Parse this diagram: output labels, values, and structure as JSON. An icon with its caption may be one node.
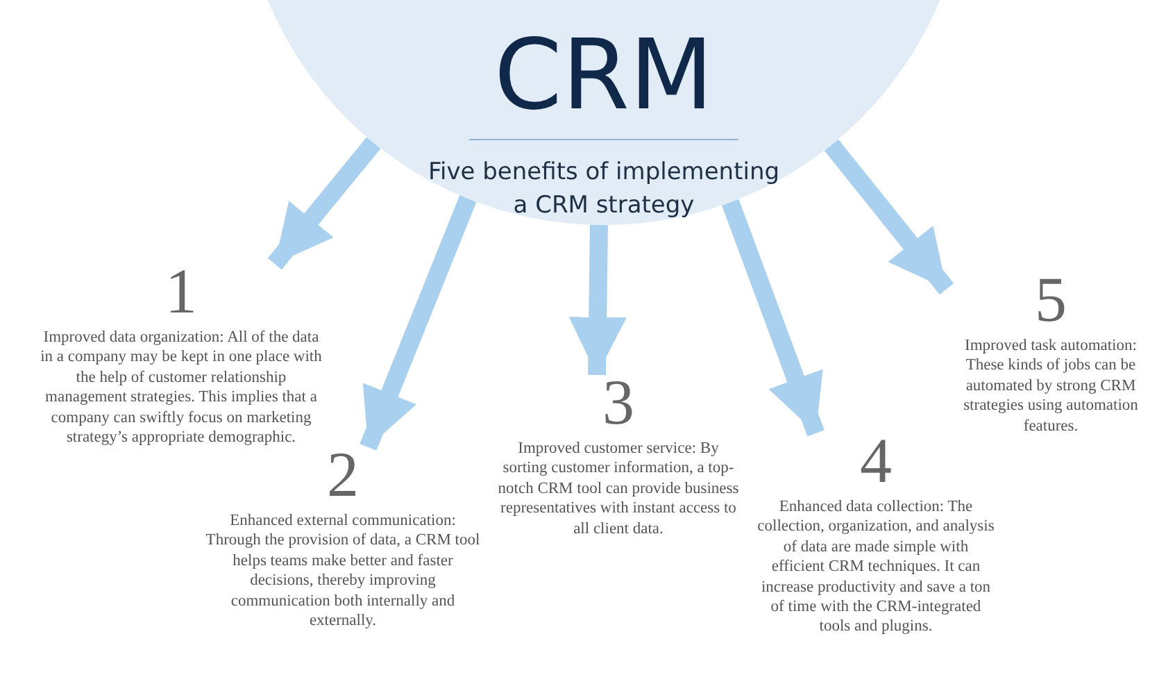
{
  "diagram": {
    "nodes": [
      {
        "text": [
          "CRM",
          "Five benefits of implementing a CRM strategy"
        ]
      },
      {
        "text": [
          "1",
          "Improved data organization: All of the data in a company may be kept in one place with the help of customer relationship management strategies. This implies that a company can swiftly focus on marketing strategy’s appropriate demographic."
        ]
      },
      {
        "text": [
          "2",
          "Enhanced external communication: Through the provision of data, a CRM tool helps teams make better and faster decisions, thereby improving communication both internally and externally."
        ]
      },
      {
        "text": [
          "3",
          "Improved customer service: By sorting customer information, a top-notch CRM tool can provide business representatives with instant access to all client data."
        ]
      },
      {
        "text": [
          "4",
          "Enhanced data collection: The collection, organization, and analysis of data are made simple with efficient CRM techniques. It can increase productivity and save a ton of time with the CRM-integrated tools and plugins."
        ]
      },
      {
        "text": [
          "5",
          "Improved task automation: These kinds of jobs can be automated by strong CRM strategies using automation features."
        ]
      }
    ],
    "edges": [
      {
        "from": 0,
        "to": 1,
        "arrow": "to"
      },
      {
        "from": 0,
        "to": 2,
        "arrow": "to"
      },
      {
        "from": 0,
        "to": 3,
        "arrow": "to"
      },
      {
        "from": 0,
        "to": 4,
        "arrow": "to"
      },
      {
        "from": 0,
        "to": 5,
        "arrow": "to"
      }
    ]
  }
}
